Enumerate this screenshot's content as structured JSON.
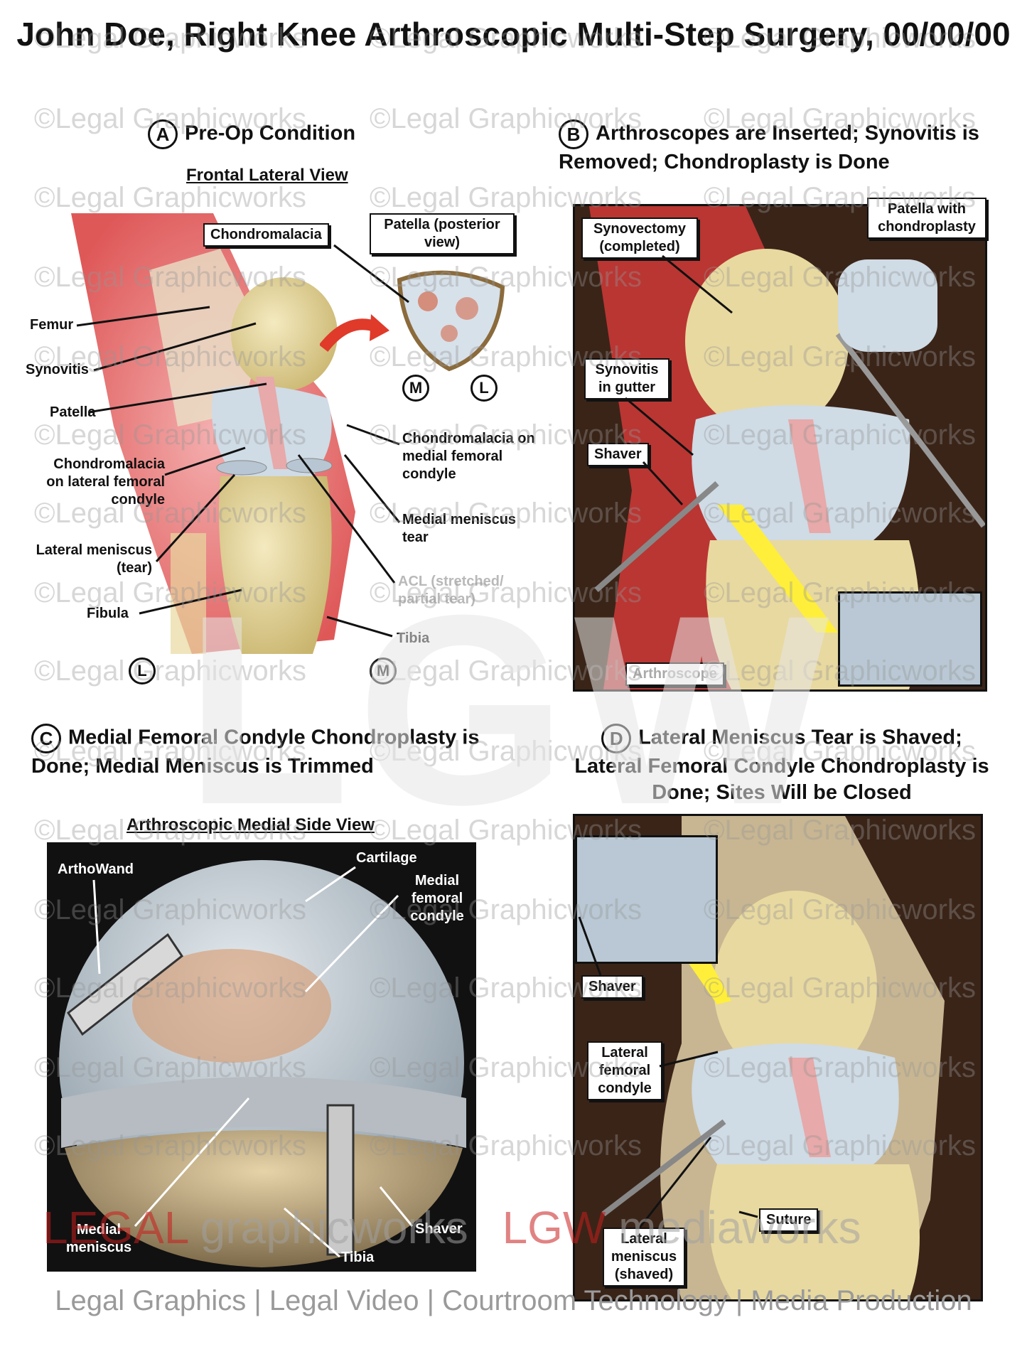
{
  "title": "John Doe, Right Knee Arthroscopic Multi-Step Surgery, 00/00/00",
  "watermark": "©Legal Graphicworks",
  "logo_watermark": "LGW",
  "colors": {
    "flesh_red": "#d93b3b",
    "bone": "#e8d9a0",
    "cartilage": "#c9d6e0",
    "panel_bg": "#3a2418",
    "callout_yellow": "#ffef3a"
  },
  "sections": {
    "A": {
      "letter": "A",
      "title": "Pre-Op Condition",
      "subtitle": "Frontal Lateral View",
      "labels": {
        "femur": "Femur",
        "synovitis": "Synovitis",
        "patella": "Patella",
        "chondro_lat": "Chondromalacia on lateral femoral condyle",
        "lat_meniscus": "Lateral meniscus (tear)",
        "fibula": "Fibula",
        "chondro_med": "Chondromalacia on medial femoral condyle",
        "med_meniscus": "Medial meniscus tear",
        "acl": "ACL (stretched/ partial tear)",
        "tibia": "Tibia"
      },
      "box_chondromalacia": "Chondromalacia",
      "box_patella": "Patella (posterior view)",
      "marker_L": "L",
      "marker_M": "M"
    },
    "B": {
      "letter": "B",
      "title": "Arthroscopes are Inserted; Synovitis is Removed; Chondroplasty is Done",
      "labels": {
        "synovectomy": "Synovectomy (completed)",
        "patella_chondro": "Patella with chondroplasty",
        "synovitis_gutter": "Synovitis in gutter",
        "shaver": "Shaver",
        "arthroscope": "Arthroscope"
      }
    },
    "C": {
      "letter": "C",
      "title": "Medial Femoral Condyle Chondroplasty is Done; Medial Meniscus is Trimmed",
      "subtitle": "Arthroscopic Medial Side View",
      "labels": {
        "arthowand": "ArthoWand",
        "cartilage": "Cartilage",
        "mfc": "Medial femoral condyle",
        "medial_meniscus": "Medial meniscus",
        "tibia": "Tibia",
        "shaver": "Shaver"
      }
    },
    "D": {
      "letter": "D",
      "title": "Lateral Meniscus Tear is Shaved; Lateral Femoral Condyle Chondroplasty is Done; Sites Will be Closed",
      "labels": {
        "shaver": "Shaver",
        "lfc": "Lateral femoral condyle",
        "lat_meniscus": "Lateral meniscus (shaved)",
        "suture": "Suture"
      }
    }
  },
  "brand": {
    "legal": "LEGAL",
    "graphicworks": "graphicworks",
    "lgw": "LGW",
    "mediaworks": "mediaworks"
  },
  "tagline": "Legal Graphics | Legal Video | Courtroom Technology | Media Production"
}
